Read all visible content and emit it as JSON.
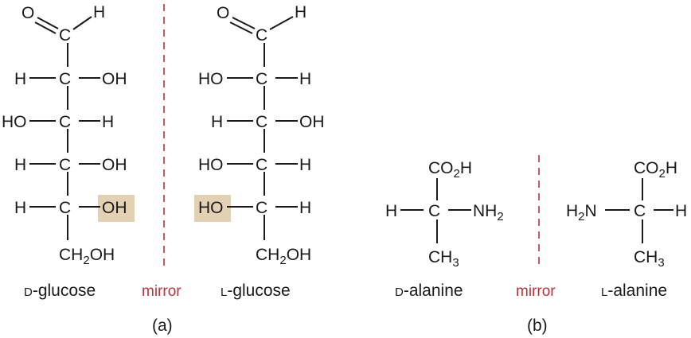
{
  "colors": {
    "mirror": "#b8323f",
    "highlight": "#e4d0b3",
    "ink": "#1a1a1a"
  },
  "atoms": {
    "O": "O",
    "H": "H",
    "C": "C",
    "OH": "OH",
    "HO": "HO",
    "CO": "CO",
    "CH": "CH",
    "N": "N",
    "NH": "NH",
    "sub2": "2",
    "sub3": "3",
    "H2N_H": "H",
    "H2N_N": "N"
  },
  "labels": {
    "d_glucose": {
      "prefix": "D",
      "text": "-glucose"
    },
    "l_glucose": {
      "prefix": "L",
      "text": "-glucose"
    },
    "d_alanine": {
      "prefix": "D",
      "text": "-alanine"
    },
    "l_alanine": {
      "prefix": "L",
      "text": "-alanine"
    },
    "mirror_a": "mirror",
    "mirror_b": "mirror",
    "panel_a": "(a)",
    "panel_b": "(b)"
  }
}
